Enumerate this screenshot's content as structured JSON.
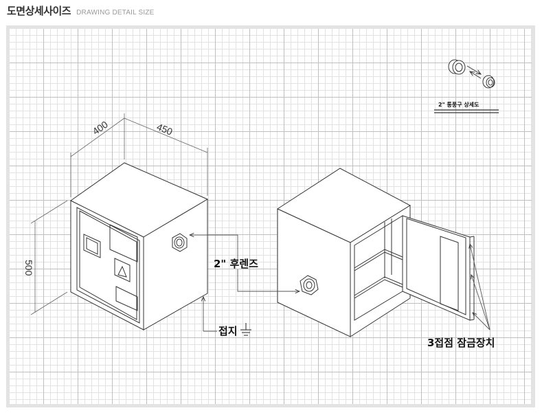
{
  "header": {
    "title_ko": "도면상세사이즈",
    "title_en": "DRAWING DETAIL SIZE"
  },
  "dimensions": {
    "depth": "400",
    "width": "450",
    "height": "500"
  },
  "callouts": {
    "lens": "2\" 후렌즈",
    "ground": "접지",
    "lock": "3접점 잠금장치",
    "vent_detail": "2\" 통풍구 상세도"
  },
  "colors": {
    "line": "#333333",
    "grid_major": "#bfbfbf",
    "grid_minor": "#e2e2e2",
    "frame": "#e3e3e3"
  }
}
